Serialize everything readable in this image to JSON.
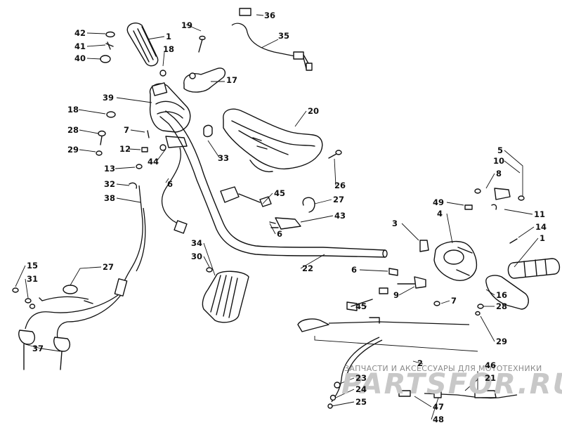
{
  "callouts": [
    {
      "id": "c42",
      "text": "42"
    },
    {
      "id": "c1a",
      "text": "1"
    },
    {
      "id": "c19",
      "text": "19"
    },
    {
      "id": "c36",
      "text": "36"
    },
    {
      "id": "c41",
      "text": "41"
    },
    {
      "id": "c18a",
      "text": "18"
    },
    {
      "id": "c35",
      "text": "35"
    },
    {
      "id": "c40",
      "text": "40"
    },
    {
      "id": "c17",
      "text": "17"
    },
    {
      "id": "c39",
      "text": "39"
    },
    {
      "id": "c18b",
      "text": "18"
    },
    {
      "id": "c20",
      "text": "20"
    },
    {
      "id": "c7a",
      "text": "7"
    },
    {
      "id": "c28a",
      "text": "28"
    },
    {
      "id": "c29a",
      "text": "29"
    },
    {
      "id": "c12",
      "text": "12"
    },
    {
      "id": "c44",
      "text": "44"
    },
    {
      "id": "c33",
      "text": "33"
    },
    {
      "id": "c13",
      "text": "13"
    },
    {
      "id": "c26",
      "text": "26"
    },
    {
      "id": "c5",
      "text": "5"
    },
    {
      "id": "c10",
      "text": "10"
    },
    {
      "id": "c8",
      "text": "8"
    },
    {
      "id": "c32",
      "text": "32"
    },
    {
      "id": "c6a",
      "text": "6"
    },
    {
      "id": "c45a",
      "text": "45"
    },
    {
      "id": "c38",
      "text": "38"
    },
    {
      "id": "c27a",
      "text": "27"
    },
    {
      "id": "c49",
      "text": "49"
    },
    {
      "id": "c4",
      "text": "4"
    },
    {
      "id": "c11",
      "text": "11"
    },
    {
      "id": "c43",
      "text": "43"
    },
    {
      "id": "c3",
      "text": "3"
    },
    {
      "id": "c14",
      "text": "14"
    },
    {
      "id": "c6b",
      "text": "6"
    },
    {
      "id": "c1b",
      "text": "1"
    },
    {
      "id": "c34",
      "text": "34"
    },
    {
      "id": "c30",
      "text": "30"
    },
    {
      "id": "c22",
      "text": "22"
    },
    {
      "id": "c15",
      "text": "15"
    },
    {
      "id": "c31",
      "text": "31"
    },
    {
      "id": "c27b",
      "text": "27"
    },
    {
      "id": "c6c",
      "text": "6"
    },
    {
      "id": "c9",
      "text": "9"
    },
    {
      "id": "c7b",
      "text": "7"
    },
    {
      "id": "c45b",
      "text": "45"
    },
    {
      "id": "c16",
      "text": "16"
    },
    {
      "id": "c28b",
      "text": "28"
    },
    {
      "id": "c29b",
      "text": "29"
    },
    {
      "id": "c37",
      "text": "37"
    },
    {
      "id": "c2",
      "text": "2"
    },
    {
      "id": "c46",
      "text": "46"
    },
    {
      "id": "c21",
      "text": "21"
    },
    {
      "id": "c23",
      "text": "23"
    },
    {
      "id": "c24",
      "text": "24"
    },
    {
      "id": "c25",
      "text": "25"
    },
    {
      "id": "c47",
      "text": "47"
    },
    {
      "id": "c48",
      "text": "48"
    }
  ],
  "watermark": {
    "caption": "ЗАПЧАСТИ И АКСЕССУАРЫ ДЛЯ МОТОТЕХНИКИ",
    "logo_text": "PARTSFOR.RU"
  }
}
